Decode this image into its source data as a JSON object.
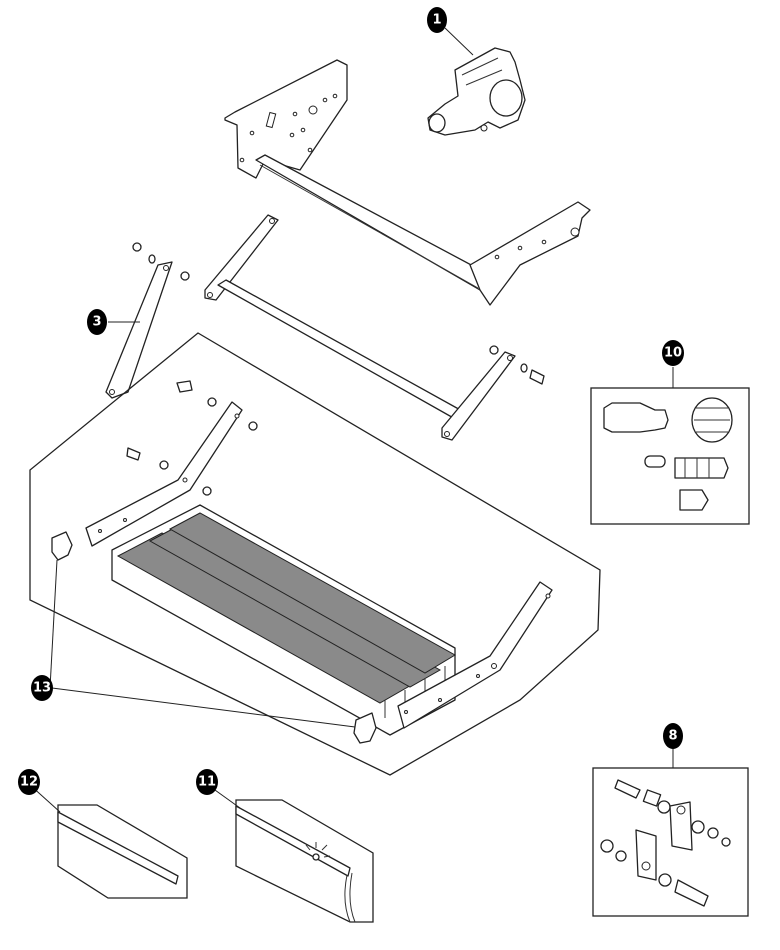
{
  "diagram": {
    "type": "exploded-parts-diagram",
    "subject": "electric retractable step assembly",
    "callouts": [
      {
        "id": "c1",
        "label": "1",
        "part": "motor-gearbox"
      },
      {
        "id": "c3",
        "label": "3",
        "part": "swing-arm-link"
      },
      {
        "id": "c8",
        "label": "8",
        "part": "hardware-kit-brackets-bolts"
      },
      {
        "id": "c10",
        "label": "10",
        "part": "gear-set"
      },
      {
        "id": "c11",
        "label": "11",
        "part": "led-light-strip"
      },
      {
        "id": "c12",
        "label": "12",
        "part": "edge-profile-trim"
      },
      {
        "id": "c13",
        "label": "13",
        "part": "end-caps"
      }
    ]
  }
}
